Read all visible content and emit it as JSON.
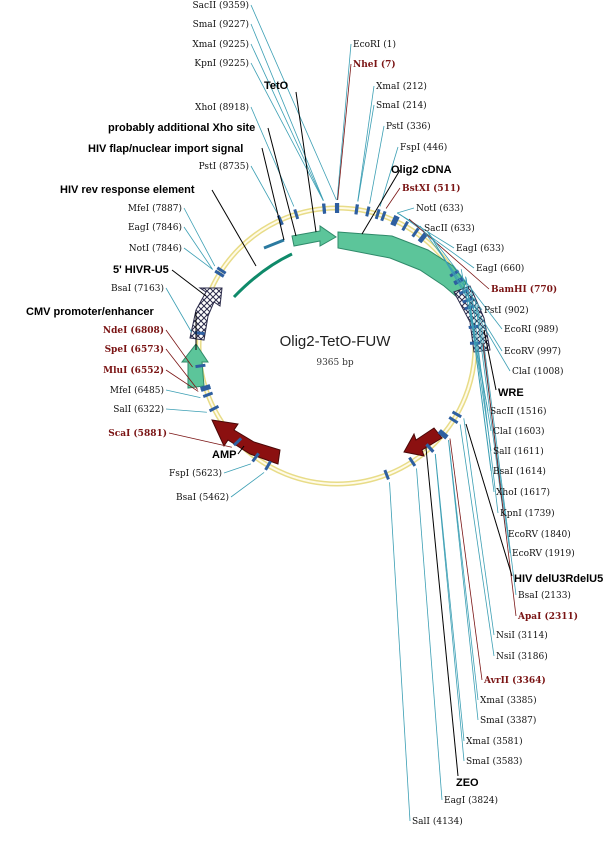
{
  "plasmid": {
    "name": "Olig2-TetO-FUW",
    "size_label": "9365 bp",
    "total_bp": 9365
  },
  "colors": {
    "backbone_outer": "#e8dc88",
    "backbone_inner": "#fffbe8",
    "feature_green": "#5cc59a",
    "feature_dark_red": "#8b1010",
    "feature_teal_line": "#0f8a6a",
    "hatch": "#2b2b4a",
    "site_line": "#3c9fb4",
    "site_tick": "#2e5fa0",
    "red_site_line": "#7a1414"
  },
  "sites": [
    {
      "label": "SacII (9359)",
      "bp": 9359,
      "red": false
    },
    {
      "label": "SmaI (9227)",
      "bp": 9227,
      "red": false
    },
    {
      "label": "XmaI (9225)",
      "bp": 9225,
      "red": false
    },
    {
      "label": "KpnI (9225)",
      "bp": 9225,
      "red": false
    },
    {
      "label": "XhoI (8918)",
      "bp": 8918,
      "red": false
    },
    {
      "label": "PstI (8735)",
      "bp": 8735,
      "red": false
    },
    {
      "label": "MfeI (7887)",
      "bp": 7887,
      "red": false
    },
    {
      "label": "EagI (7846)",
      "bp": 7846,
      "red": false
    },
    {
      "label": "NotI (7846)",
      "bp": 7846,
      "red": false
    },
    {
      "label": "BsaI (7163)",
      "bp": 7163,
      "red": false
    },
    {
      "label": "NdeI (6808)",
      "bp": 6808,
      "red": true
    },
    {
      "label": "SpeI (6573)",
      "bp": 6573,
      "red": true
    },
    {
      "label": "MluI (6552)",
      "bp": 6552,
      "red": true
    },
    {
      "label": "MfeI (6485)",
      "bp": 6485,
      "red": false
    },
    {
      "label": "SalI (6322)",
      "bp": 6322,
      "red": false
    },
    {
      "label": "ScaI (5881)",
      "bp": 5881,
      "red": true
    },
    {
      "label": "FspI (5623)",
      "bp": 5623,
      "red": false
    },
    {
      "label": "BsaI (5462)",
      "bp": 5462,
      "red": false
    },
    {
      "label": "EcoRI (1)",
      "bp": 1,
      "red": false
    },
    {
      "label": "NheI (7)",
      "bp": 7,
      "red": true
    },
    {
      "label": "XmaI (212)",
      "bp": 212,
      "red": false
    },
    {
      "label": "SmaI (214)",
      "bp": 214,
      "red": false
    },
    {
      "label": "PstI (336)",
      "bp": 336,
      "red": false
    },
    {
      "label": "FspI (446)",
      "bp": 446,
      "red": false
    },
    {
      "label": "BstXI (511)",
      "bp": 511,
      "red": true
    },
    {
      "label": "NotI (633)",
      "bp": 633,
      "red": false
    },
    {
      "label": "SacII (633)",
      "bp": 633,
      "red": false
    },
    {
      "label": "EagI (633)",
      "bp": 633,
      "red": false
    },
    {
      "label": "EagI (660)",
      "bp": 660,
      "red": false
    },
    {
      "label": "BamHI (770)",
      "bp": 770,
      "red": true
    },
    {
      "label": "PstI (902)",
      "bp": 902,
      "red": false
    },
    {
      "label": "EcoRI (989)",
      "bp": 989,
      "red": false
    },
    {
      "label": "EcoRV (997)",
      "bp": 997,
      "red": false
    },
    {
      "label": "ClaI (1008)",
      "bp": 1008,
      "red": false
    },
    {
      "label": "SacII (1516)",
      "bp": 1516,
      "red": false
    },
    {
      "label": "ClaI (1603)",
      "bp": 1603,
      "red": false
    },
    {
      "label": "SalI (1611)",
      "bp": 1611,
      "red": false
    },
    {
      "label": "BsaI (1614)",
      "bp": 1614,
      "red": false
    },
    {
      "label": "XhoI (1617)",
      "bp": 1617,
      "red": false
    },
    {
      "label": "KpnI (1739)",
      "bp": 1739,
      "red": false
    },
    {
      "label": "EcoRV (1840)",
      "bp": 1840,
      "red": false
    },
    {
      "label": "EcoRV (1919)",
      "bp": 1919,
      "red": false
    },
    {
      "label": "BsaI (2133)",
      "bp": 2133,
      "red": false
    },
    {
      "label": "ApaI (2311)",
      "bp": 2311,
      "red": true
    },
    {
      "label": "NsiI (3114)",
      "bp": 3114,
      "red": false
    },
    {
      "label": "NsiI (3186)",
      "bp": 3186,
      "red": false
    },
    {
      "label": "AvrII (3364)",
      "bp": 3364,
      "red": true
    },
    {
      "label": "XmaI (3385)",
      "bp": 3385,
      "red": false
    },
    {
      "label": "SmaI (3387)",
      "bp": 3387,
      "red": false
    },
    {
      "label": "XmaI (3581)",
      "bp": 3581,
      "red": false
    },
    {
      "label": "SmaI (3583)",
      "bp": 3583,
      "red": false
    },
    {
      "label": "EagI (3824)",
      "bp": 3824,
      "red": false
    },
    {
      "label": "SalI (4134)",
      "bp": 4134,
      "red": false
    }
  ],
  "features": [
    {
      "label": "TetO"
    },
    {
      "label": "probably additional Xho site"
    },
    {
      "label": "HIV flap/nuclear import signal"
    },
    {
      "label": "Olig2 cDNA"
    },
    {
      "label": "HIV rev response element"
    },
    {
      "label": "5' HIVR-U5"
    },
    {
      "label": "CMV promoter/enhancer"
    },
    {
      "label": "WRE"
    },
    {
      "label": "HIV delU3RdelU5"
    },
    {
      "label": "AMP"
    },
    {
      "label": "ZEO"
    }
  ]
}
